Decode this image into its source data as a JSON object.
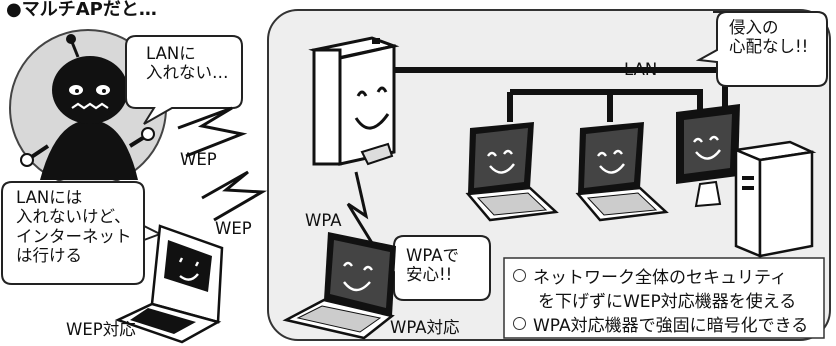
{
  "title": "●マルチAPだと…",
  "bubbles": {
    "bad_client": "LANに\n入れない…",
    "game_device": "LANには\n入れないけど、\nインターネット\nは行ける",
    "secure_lan": "侵入の\n心配なし!!",
    "wpa_client": "WPAで\n安心!!"
  },
  "labels": {
    "lan": "LAN",
    "wep_upper": "WEP",
    "wep_lower": "WEP",
    "wpa": "WPA",
    "wep_device": "WEP対応",
    "wpa_device": "WPA対応"
  },
  "notes": [
    "ネットワーク全体のセキュリティ",
    "を下げずにWEP対応機器を使える",
    "WPA対応機器で強固に暗号化できる"
  ]
}
